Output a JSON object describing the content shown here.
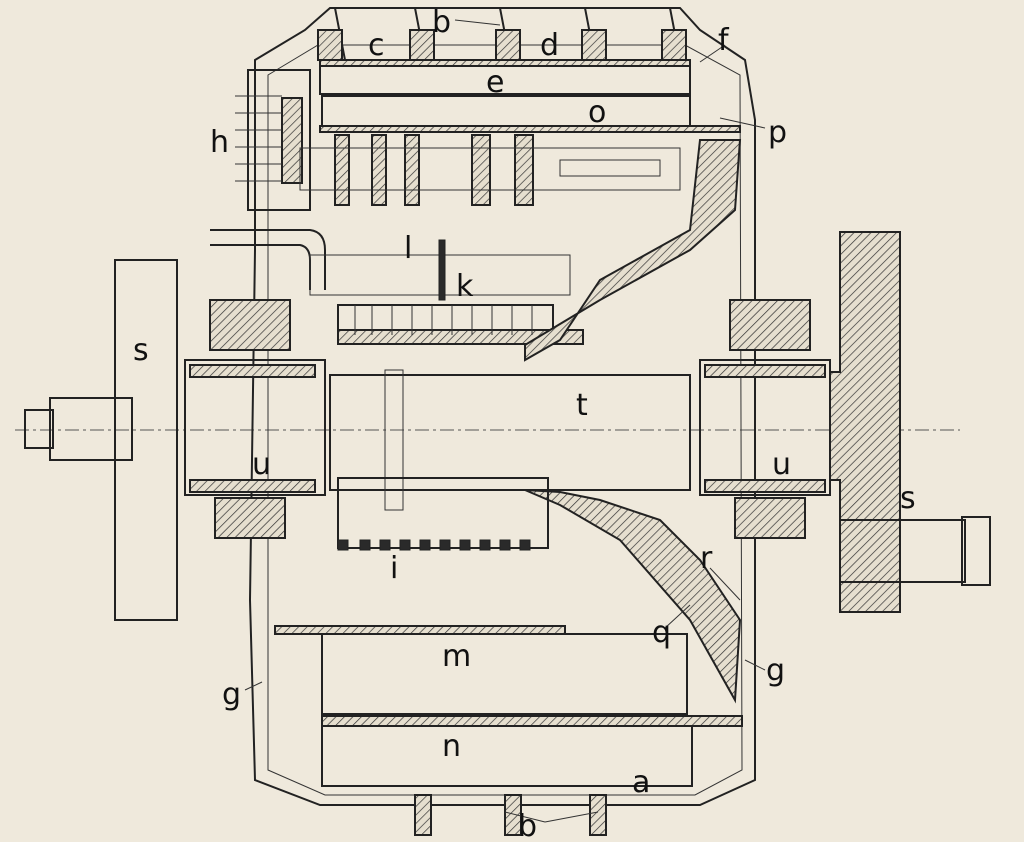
{
  "labels": {
    "a": "a",
    "b_top": "b",
    "b_bottom": "b",
    "c": "c",
    "d": "d",
    "e": "e",
    "f": "f",
    "g_left": "g",
    "g_right": "g",
    "h": "h",
    "i": "i",
    "k": "k",
    "l": "l",
    "m": "m",
    "n": "n",
    "o": "o",
    "p": "p",
    "q": "q",
    "r": "r",
    "s_left": "s",
    "s_right": "s",
    "t": "t",
    "u_left": "u",
    "u_right": "u"
  },
  "colors": {
    "paper": "#efe9dc",
    "ink": "#222222"
  }
}
